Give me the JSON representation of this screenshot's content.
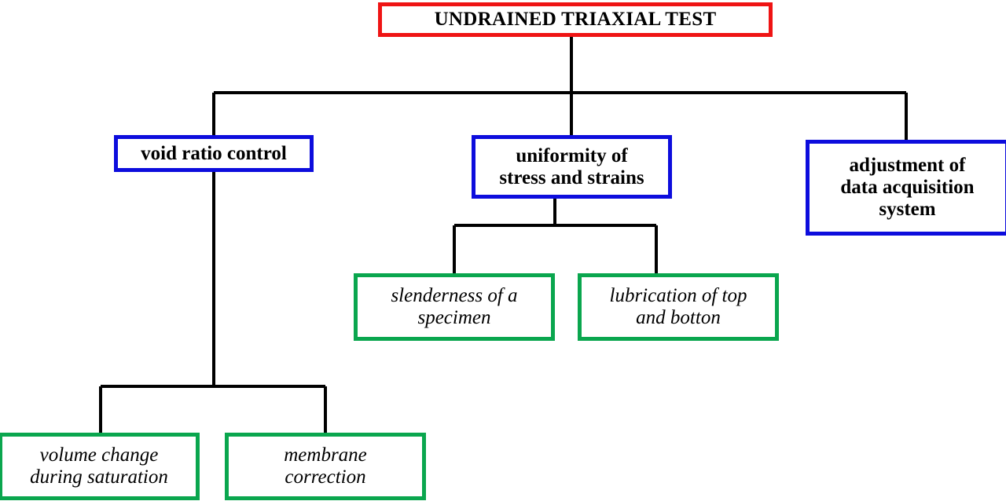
{
  "diagram": {
    "type": "flowchart-tree",
    "title": "UNDRAINED TRIAXIAL TEST",
    "colors": {
      "root_border": "#ef1414",
      "level1_border": "#0d0ddd",
      "leaf_border": "#0aa64e",
      "connector": "#000000",
      "background": "#ffffff",
      "text": "#000000"
    },
    "nodes": {
      "root": {
        "label": "UNDRAINED TRIAXIAL TEST",
        "style": "red-bold"
      },
      "void_ratio": {
        "label": "void ratio control",
        "style": "blue-bold"
      },
      "uniformity": {
        "label": "uniformity of\nstress and strains",
        "style": "blue-bold"
      },
      "adjustment": {
        "label": "adjustment of\ndata acquisition\nsystem",
        "style": "blue-bold"
      },
      "slenderness": {
        "label": "slenderness of a\nspecimen",
        "style": "green-italic"
      },
      "lubrication": {
        "label": "lubrication of top\nand botton",
        "style": "green-italic"
      },
      "volume_change": {
        "label": "volume change\nduring saturation",
        "style": "green-italic"
      },
      "membrane": {
        "label": "membrane\ncorrection",
        "style": "green-italic"
      }
    },
    "edges": [
      {
        "from": "root",
        "to": "void_ratio"
      },
      {
        "from": "root",
        "to": "uniformity"
      },
      {
        "from": "root",
        "to": "adjustment"
      },
      {
        "from": "uniformity",
        "to": "slenderness"
      },
      {
        "from": "uniformity",
        "to": "lubrication"
      },
      {
        "from": "void_ratio",
        "to": "volume_change"
      },
      {
        "from": "void_ratio",
        "to": "membrane"
      }
    ]
  }
}
